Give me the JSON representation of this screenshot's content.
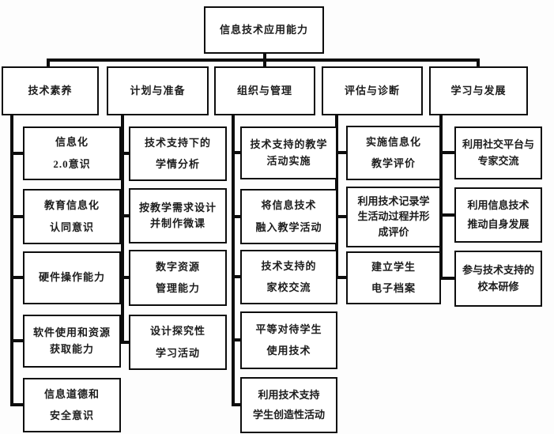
{
  "root": {
    "label": "信息技术应用能力"
  },
  "categories": [
    {
      "label": "技术素养",
      "children": [
        {
          "lines": [
            "信息化",
            "2.0意识"
          ]
        },
        {
          "lines": [
            "教育信息化",
            "认同意识"
          ]
        },
        {
          "lines": [
            "硬件操作能力"
          ]
        },
        {
          "lines": [
            "软件使用和资源",
            "获取能力"
          ]
        },
        {
          "lines": [
            "信息道德和",
            "安全意识"
          ]
        }
      ]
    },
    {
      "label": "计划与准备",
      "children": [
        {
          "lines": [
            "技术支持下的",
            "学情分析"
          ]
        },
        {
          "lines": [
            "按教学需求设计",
            "并制作微课"
          ]
        },
        {
          "lines": [
            "数字资源",
            "管理能力"
          ]
        },
        {
          "lines": [
            "设计探究性",
            "学习活动"
          ]
        }
      ]
    },
    {
      "label": "组织与管理",
      "children": [
        {
          "lines": [
            "技术支持的教学",
            "活动实施"
          ]
        },
        {
          "lines": [
            "将信息技术",
            "融入教学活动"
          ]
        },
        {
          "lines": [
            "技术支持的",
            "家校交流"
          ]
        },
        {
          "lines": [
            "平等对待学生",
            "使用技术"
          ]
        },
        {
          "lines": [
            "利用技术支持",
            "学生创造性活动"
          ]
        }
      ]
    },
    {
      "label": "评估与诊断",
      "children": [
        {
          "lines": [
            "实施信息化",
            "教学评价"
          ]
        },
        {
          "lines": [
            "利用技术记录学",
            "生活动过程并形",
            "成评价"
          ]
        },
        {
          "lines": [
            "建立学生",
            "电子档案"
          ]
        }
      ]
    },
    {
      "label": "学习与发展",
      "children": [
        {
          "lines": [
            "利用社交平台与",
            "专家交流"
          ]
        },
        {
          "lines": [
            "利用信息技术",
            "推动自身发展"
          ]
        },
        {
          "lines": [
            "参与技术支持的",
            "校本研修"
          ]
        }
      ]
    }
  ],
  "colors": {
    "line": "#0d0d0d",
    "box_background": "#ffffff",
    "page_background": "#fdfdfd"
  }
}
